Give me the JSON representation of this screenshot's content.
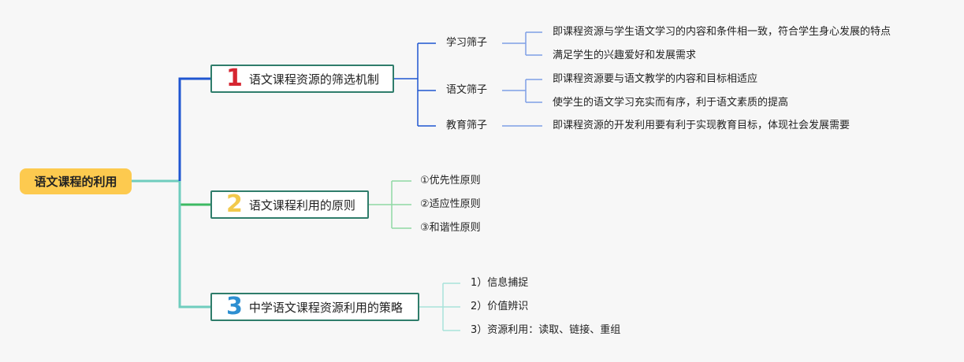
{
  "colors": {
    "root_fill": "#fdca4f",
    "branch1": "#1f56d1",
    "branch2": "#3dba63",
    "branch3": "#6fcdbe",
    "num1": "#d62631",
    "num2": "#f2c94c",
    "num3": "#2d8fd1",
    "node_border": "#2f7d6b",
    "leaf1": "#7f9fe6",
    "leaf2": "#8fd9a4",
    "leaf3": "#a8e3da"
  },
  "root": {
    "label": "语文课程的利用"
  },
  "branches": [
    {
      "num": "1",
      "label": "语文课程资源的筛选机制",
      "children": [
        {
          "label": "学习筛子",
          "items": [
            "即课程资源与学生语文学习的内容和条件相一致，符合学生身心发展的特点",
            "满足学生的兴趣爱好和发展需求"
          ]
        },
        {
          "label": "语文筛子",
          "items": [
            "即课程资源要与语文教学的内容和目标相适应",
            "使学生的语文学习充实而有序，利于语文素质的提高"
          ]
        },
        {
          "label": "教育筛子",
          "items": [
            "即课程资源的开发利用要有利于实现教育目标，体现社会发展需要"
          ]
        }
      ]
    },
    {
      "num": "2",
      "label": "语文课程利用的原则",
      "children": [
        {
          "label": "①优先性原则"
        },
        {
          "label": "②适应性原则"
        },
        {
          "label": "③和谐性原则"
        }
      ]
    },
    {
      "num": "3",
      "label": "中学语文课程资源利用的策略",
      "children": [
        {
          "label": "1）信息捕捉"
        },
        {
          "label": "2）价值辨识"
        },
        {
          "label": "3）资源利用：读取、链接、重组"
        }
      ]
    }
  ]
}
